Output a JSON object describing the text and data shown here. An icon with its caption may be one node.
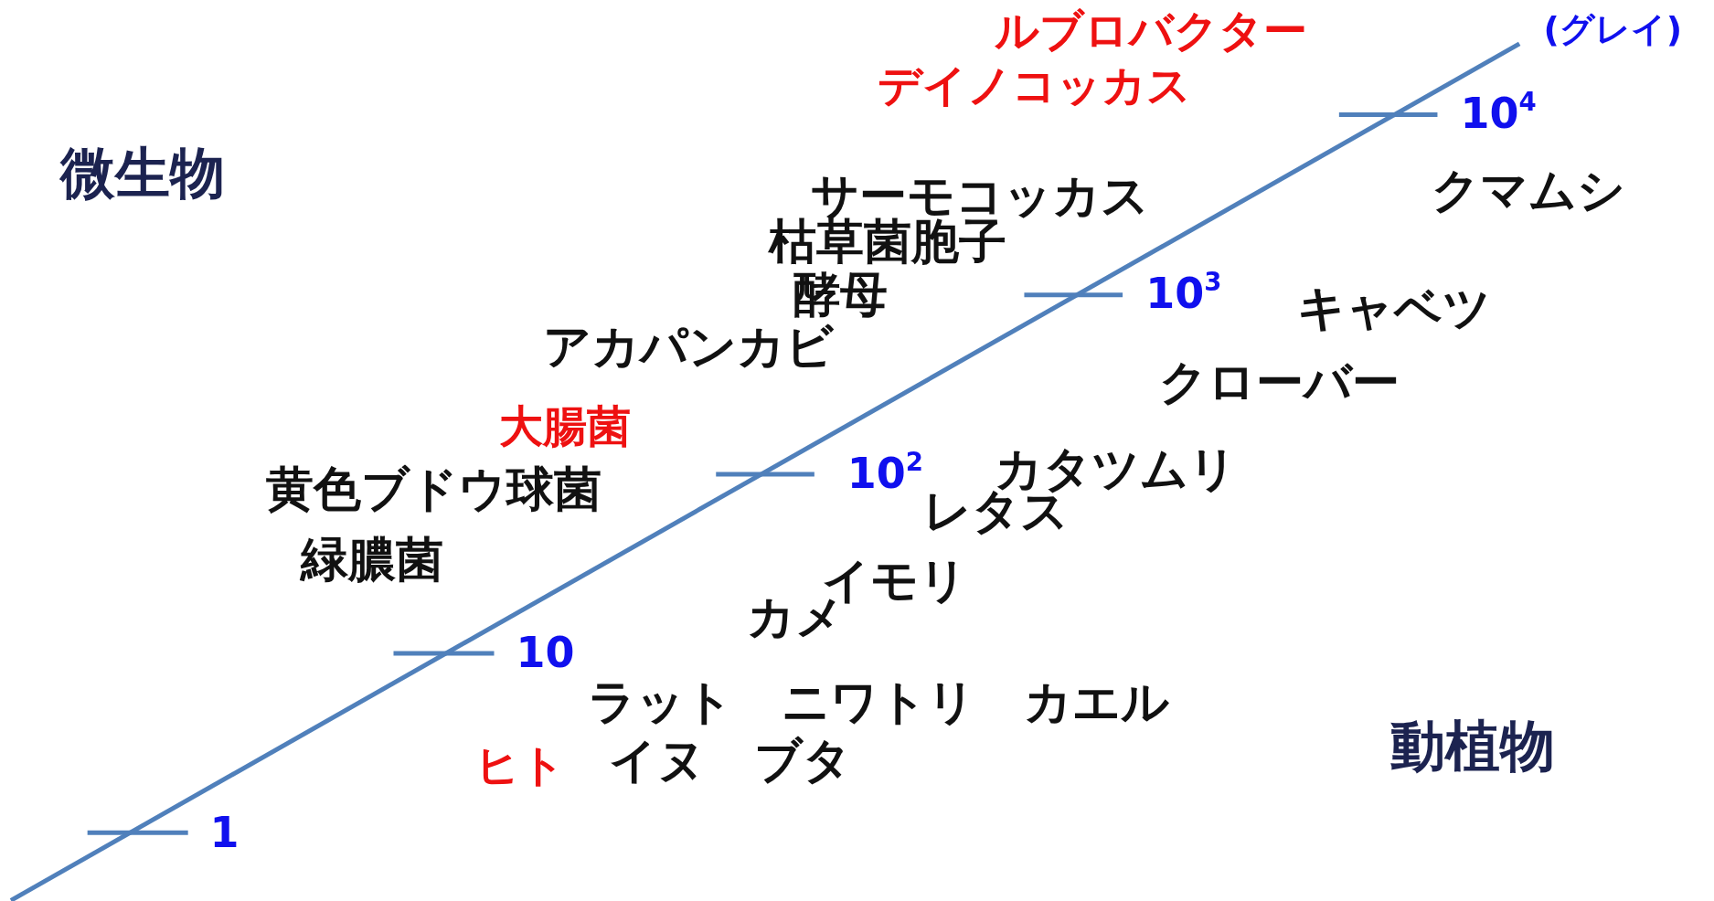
{
  "diagram": {
    "labels": [
      "(グレイ)",
      "ルブロバクター",
      "デイノコッカス",
      "10$^{4}$",
      "微生物",
      "クマムシ",
      "サーモコッカス",
      "枯草菌胞子",
      "10$^{3}$",
      "酵母",
      "キャベツ",
      "アカパンカビ",
      "クローバー",
      "大腸菌",
      "10$^{2}$",
      "カタツムリ",
      "黄色ブドウ球菌",
      "レタス",
      "緑膿菌",
      "イモリ",
      "カメ",
      "10",
      "ラット",
      "ニワトリ",
      "カエル",
      "動植物",
      "イヌ",
      "ブタ",
      "ヒト",
      "1"
    ]
  }
}
